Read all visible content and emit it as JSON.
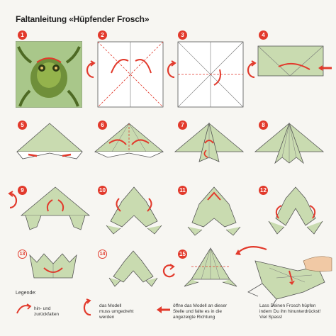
{
  "title": "Faltanleitung «Hüpfender Frosch»",
  "steps": [
    "1",
    "2",
    "3",
    "4",
    "5",
    "6",
    "7",
    "8",
    "9",
    "10",
    "11",
    "12",
    "13",
    "14",
    "15"
  ],
  "legend": {
    "heading": "Legende:",
    "item1": "hin- und\nzurückfalten",
    "item2": "das Modell\nmuss umgedreht\nwerden",
    "item3": "öffne das Modell an dieser\nStelle und falte es in die\nangezeigte Richtung",
    "item4": "Lass Deinen Frosch hüpfen\nindem Du ihn hinunterdrückst!\nViel Spass!"
  },
  "colors": {
    "paper": "#c9dbb0",
    "fold_lines": "#e23a2c",
    "outline": "#555555",
    "accent": "#e23a2c"
  },
  "icons": [
    "flip-arrow-icon",
    "fold-back-arrow-icon",
    "push-arrow-icon",
    "frog-photo"
  ]
}
